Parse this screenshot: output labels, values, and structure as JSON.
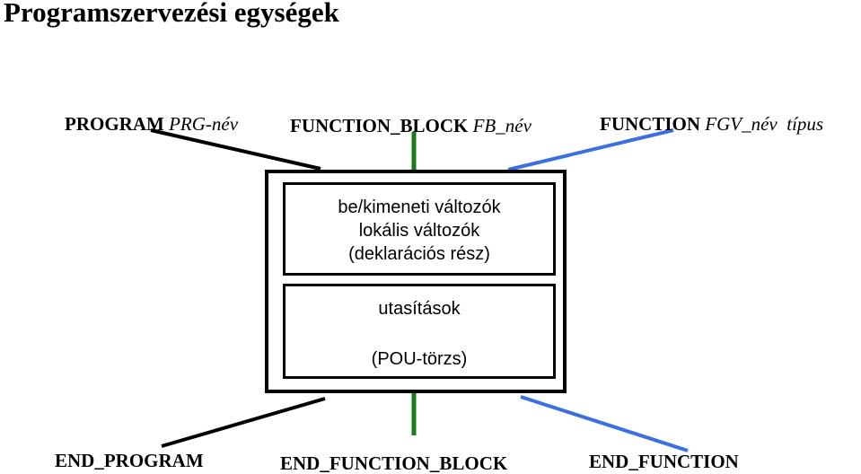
{
  "title": "Programszervezési egységek",
  "top_labels": {
    "program": {
      "keyword": "PROGRAM",
      "name": "PRG-név"
    },
    "function_block": {
      "keyword": "FUNCTION_BLOCK",
      "name": "FB_név"
    },
    "function": {
      "keyword": "FUNCTION",
      "name": "FGV_név  típus"
    }
  },
  "declaration_box": {
    "line1": "be/kimeneti változók",
    "line2": "lokális változók",
    "line3": "(deklarációs rész)"
  },
  "body_box": {
    "line1": "utasítások",
    "line2": "(POU-törzs)"
  },
  "bottom_labels": {
    "end_program": "END_PROGRAM",
    "end_function_block": "END_FUNCTION_BLOCK",
    "end_function": "END_FUNCTION"
  },
  "colors": {
    "program_line": "#000000",
    "function_block_line": "#1a7a1a",
    "function_line": "#3c6fe0"
  }
}
